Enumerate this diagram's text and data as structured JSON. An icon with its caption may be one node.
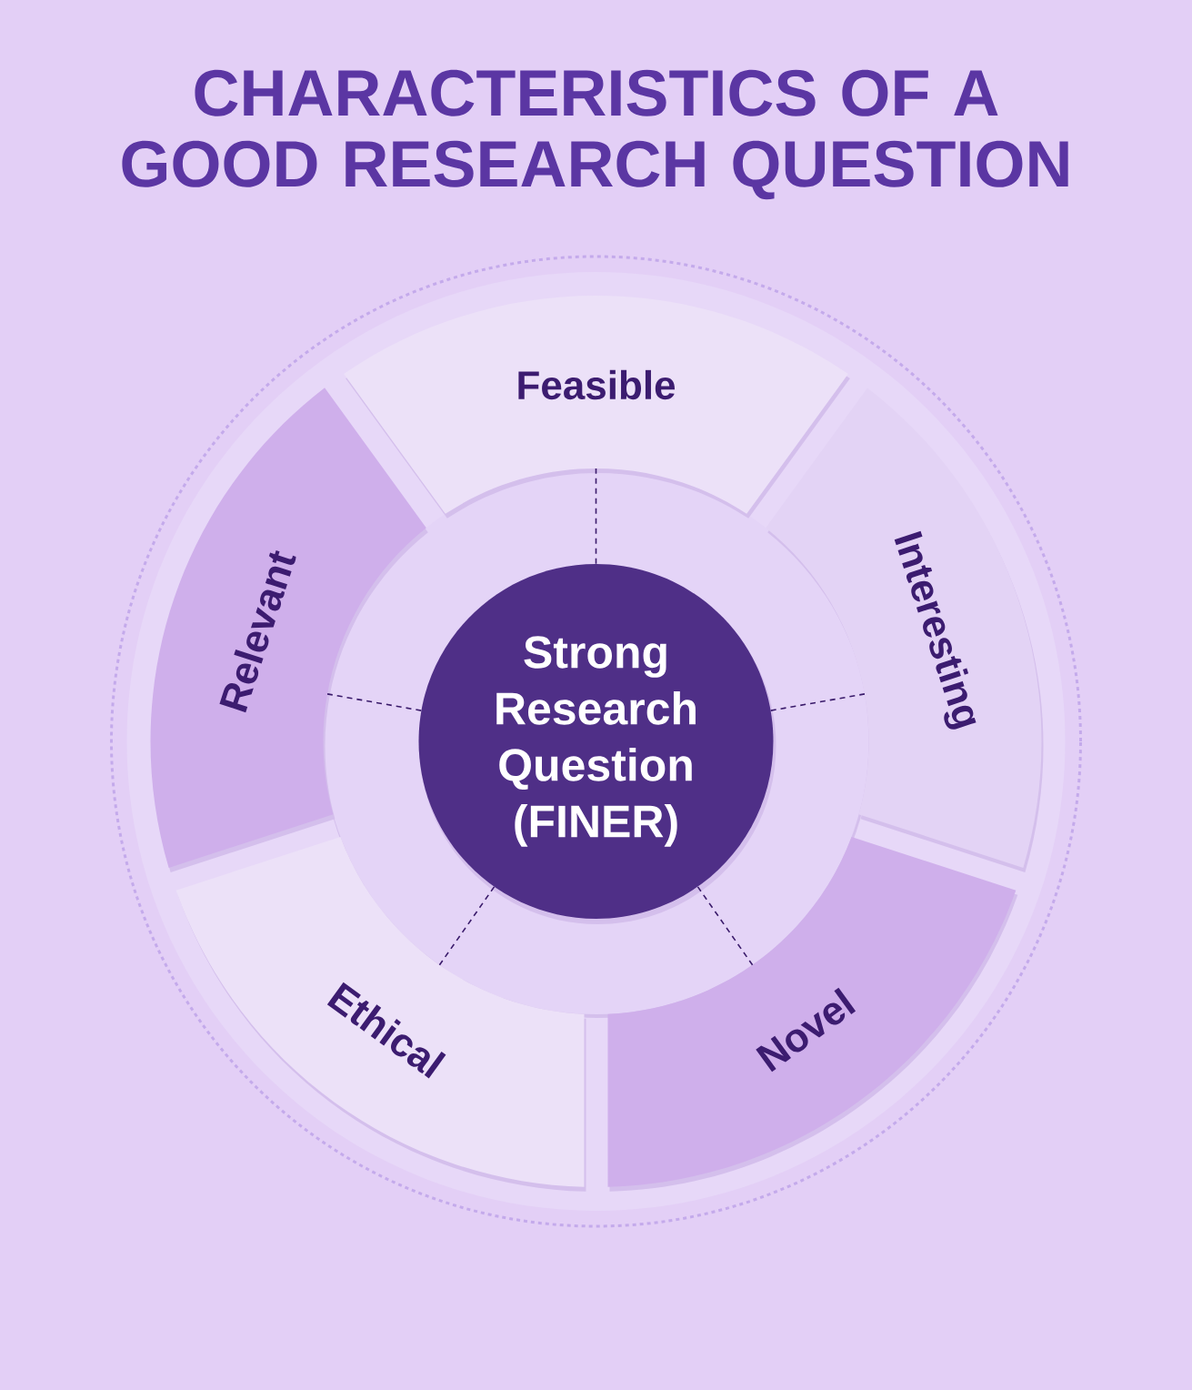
{
  "diagram": {
    "title": "CHARACTERISTICS OF A GOOD RESEARCH QUESTION",
    "nodes": [
      {
        "text": [
          "Strong Research Question (FINER)"
        ]
      },
      {
        "text": [
          "Feasible"
        ]
      },
      {
        "text": [
          "Interesting"
        ]
      },
      {
        "text": [
          "Novel"
        ]
      },
      {
        "text": [
          "Ethical"
        ]
      },
      {
        "text": [
          "Relevant"
        ]
      }
    ],
    "edges": [
      {
        "from": 0,
        "to": 1,
        "arrow": "none",
        "style": "dashed"
      },
      {
        "from": 0,
        "to": 2,
        "arrow": "none",
        "style": "dashed"
      },
      {
        "from": 0,
        "to": 3,
        "arrow": "none",
        "style": "dashed"
      },
      {
        "from": 0,
        "to": 4,
        "arrow": "none",
        "style": "dashed"
      },
      {
        "from": 0,
        "to": 5,
        "arrow": "none",
        "style": "dashed"
      }
    ]
  }
}
